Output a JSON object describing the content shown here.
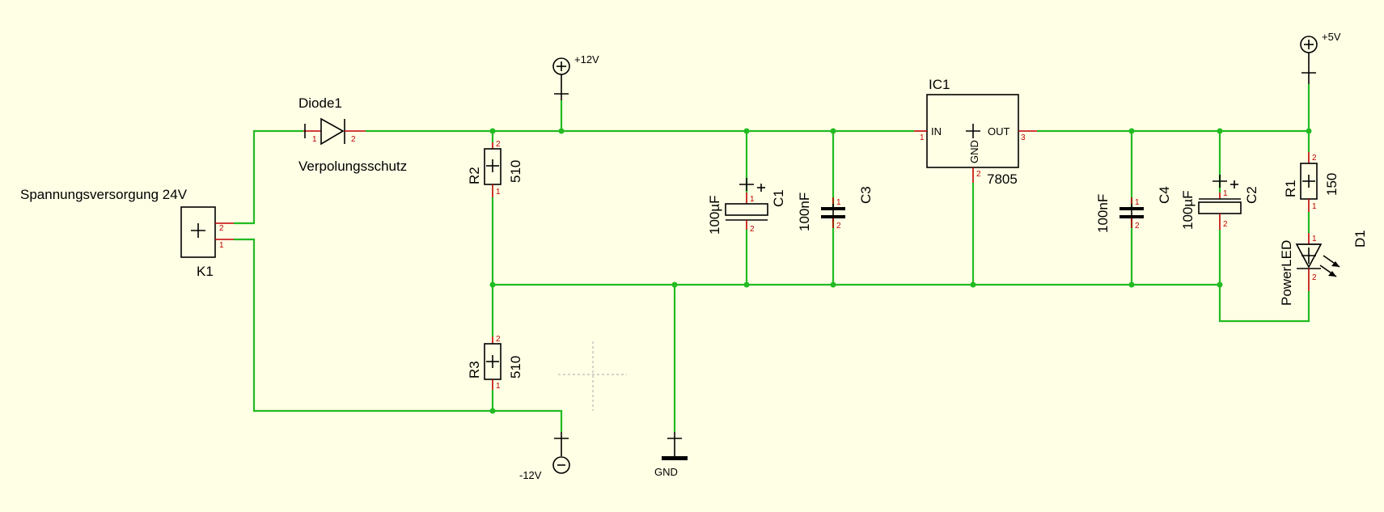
{
  "colors": {
    "background": "#ffffe5",
    "wire": "#22bb22",
    "pin": "#c00000",
    "component": "#000000"
  },
  "connector": {
    "name": "K1",
    "label": "Spannungsversorgung 24V",
    "pin1": "1",
    "pin2": "2"
  },
  "diode": {
    "name": "Diode1",
    "label": "Verpolungsschutz",
    "pin1": "1",
    "pin2": "2"
  },
  "supply_pos12": {
    "label": "+12V"
  },
  "supply_neg12": {
    "label": "-12V"
  },
  "supply_pos5": {
    "label": "+5V"
  },
  "ground": {
    "label": "GND"
  },
  "r2": {
    "name": "R2",
    "value": "510",
    "pin1": "1",
    "pin2": "2"
  },
  "r3": {
    "name": "R3",
    "value": "510",
    "pin1": "1",
    "pin2": "2"
  },
  "c1": {
    "name": "C1",
    "value": "100µF",
    "pin1": "1",
    "pin2": "2"
  },
  "c3": {
    "name": "C3",
    "value": "100nF",
    "pin1": "1",
    "pin2": "2"
  },
  "ic1": {
    "name": "IC1",
    "type": "7805",
    "in": "IN",
    "gnd": "GND",
    "out": "OUT",
    "pin1": "1",
    "pin2": "2",
    "pin3": "3"
  },
  "c4": {
    "name": "C4",
    "value": "100nF",
    "pin1": "1",
    "pin2": "2"
  },
  "c2": {
    "name": "C2",
    "value": "100µF",
    "pin1": "1",
    "pin2": "2"
  },
  "r1": {
    "name": "R1",
    "value": "150",
    "pin1": "1",
    "pin2": "2"
  },
  "d1": {
    "name": "D1",
    "value": "PowerLED",
    "pin1": "1",
    "pin2": "2"
  }
}
